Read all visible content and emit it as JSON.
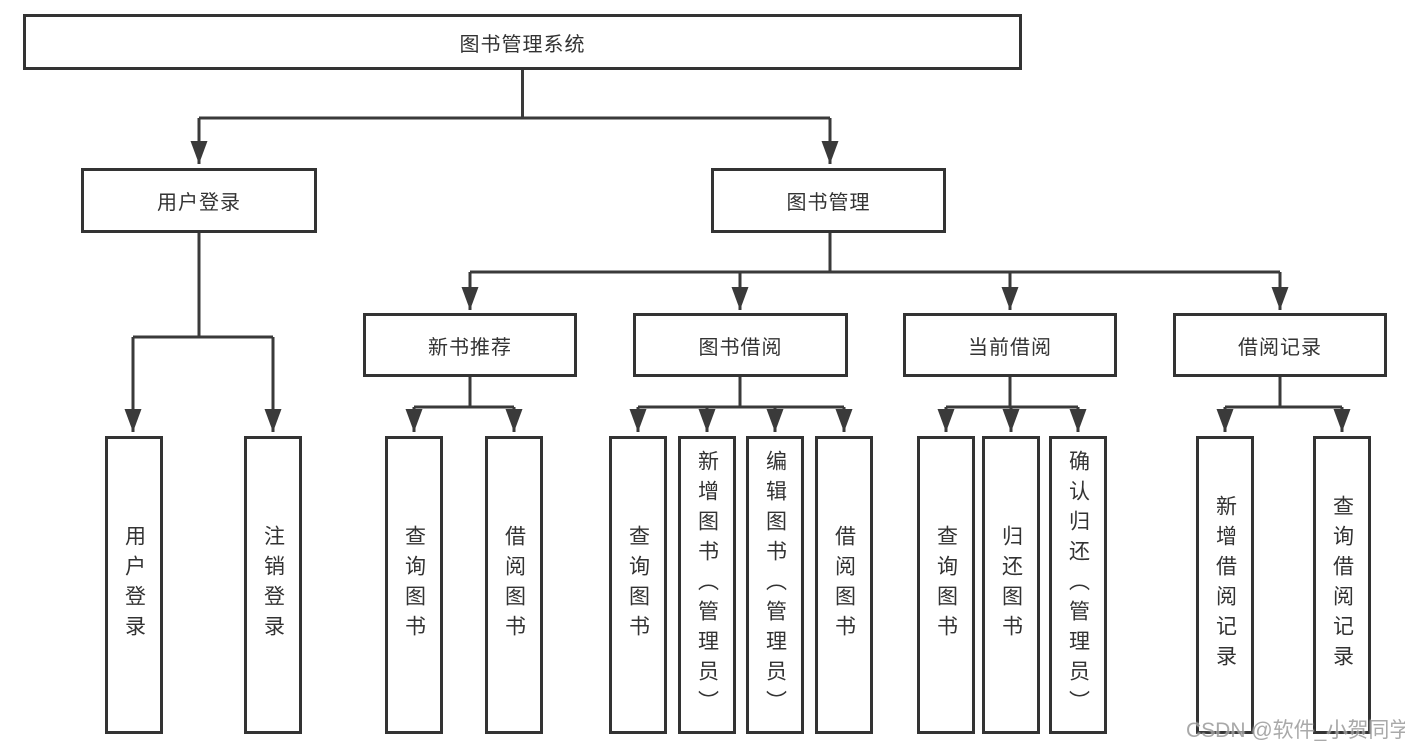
{
  "diagram": {
    "type": "hierarchy-tree",
    "root": {
      "label": "图书管理系统"
    },
    "level2": [
      {
        "label": "用户登录",
        "parent": "图书管理系统"
      },
      {
        "label": "图书管理",
        "parent": "图书管理系统"
      }
    ],
    "level3": [
      {
        "label": "新书推荐",
        "parent": "图书管理"
      },
      {
        "label": "图书借阅",
        "parent": "图书管理"
      },
      {
        "label": "当前借阅",
        "parent": "图书管理"
      },
      {
        "label": "借阅记录",
        "parent": "图书管理"
      }
    ],
    "leaves": [
      {
        "label": "用户登录",
        "parent": "用户登录"
      },
      {
        "label": "注销登录",
        "parent": "用户登录"
      },
      {
        "label": "查询图书",
        "parent": "新书推荐"
      },
      {
        "label": "借阅图书",
        "parent": "新书推荐"
      },
      {
        "label": "查询图书",
        "parent": "图书借阅"
      },
      {
        "label": "新增图书（管理员）",
        "parent": "图书借阅"
      },
      {
        "label": "编辑图书（管理员）",
        "parent": "图书借阅"
      },
      {
        "label": "借阅图书",
        "parent": "图书借阅"
      },
      {
        "label": "查询图书",
        "parent": "当前借阅"
      },
      {
        "label": "归还图书",
        "parent": "当前借阅"
      },
      {
        "label": "确认归还（管理员）",
        "parent": "当前借阅"
      },
      {
        "label": "新增借阅记录",
        "parent": "借阅记录"
      },
      {
        "label": "查询借阅记录",
        "parent": "借阅记录"
      }
    ]
  },
  "watermark": {
    "text": "CSDN @软件_小贺同学"
  },
  "colors": {
    "line": "#3a3a3a",
    "box_border": "#333333",
    "text": "#333333",
    "watermark": "#9b9b9b",
    "background": "#ffffff"
  }
}
